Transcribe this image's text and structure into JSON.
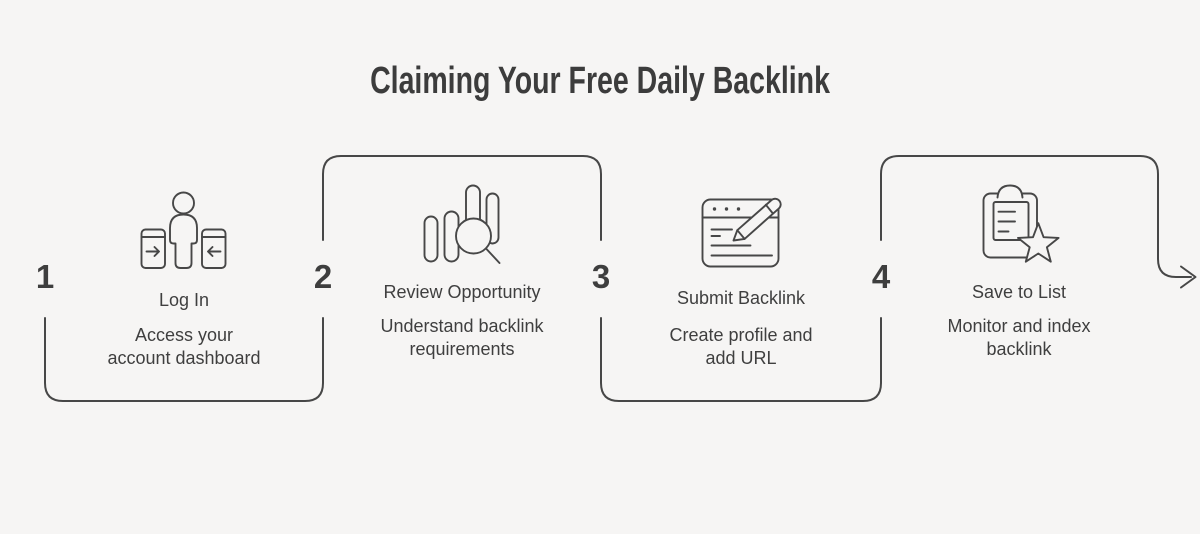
{
  "title": "Claiming Your Free Daily Backlink",
  "colors": {
    "background": "#f6f5f4",
    "stroke": "#474747",
    "text": "#3f3f3f",
    "title_text": "#3c3c3c"
  },
  "flow": {
    "arrow_icon": "right-arrow-icon",
    "connector_style": "rounded-brackets"
  },
  "steps": [
    {
      "number": "1",
      "title": "Log In",
      "icon": "login-gate-person-icon",
      "description_lines": [
        "Access your",
        "account dashboard"
      ]
    },
    {
      "number": "2",
      "title": "Review Opportunity",
      "icon": "chart-magnifier-icon",
      "description_lines": [
        "Understand backlink",
        "requirements"
      ]
    },
    {
      "number": "3",
      "title": "Submit Backlink",
      "icon": "form-pencil-icon",
      "description_lines": [
        "Create profile and",
        "add URL"
      ]
    },
    {
      "number": "4",
      "title": "Save to List",
      "icon": "clipboard-star-icon",
      "description_lines": [
        "Monitor and index",
        "backlink"
      ]
    }
  ]
}
